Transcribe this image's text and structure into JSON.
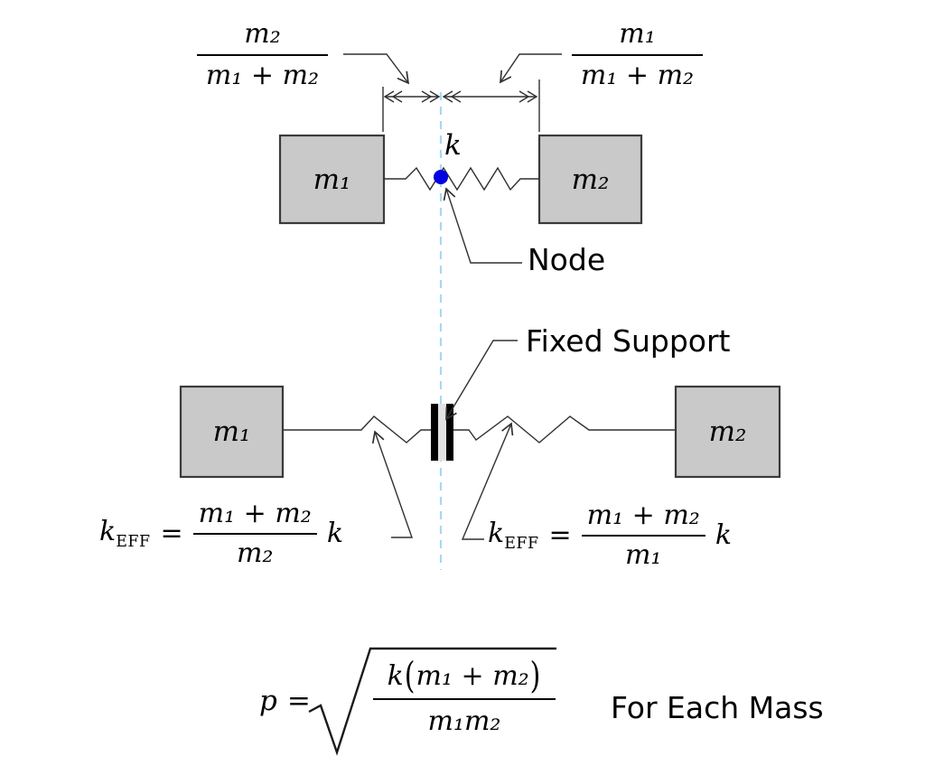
{
  "colors": {
    "box_fill": "#c9c9c9",
    "box_border": "#3a3a3a",
    "line": "#303030",
    "centerline": "#a9d7f5",
    "node_dot": "#0000e0",
    "support_bar": "#000000",
    "support_gap": "#e2e2e2"
  },
  "masses": {
    "m1": "m₁",
    "m2": "m₂"
  },
  "labels": {
    "spring_constant": "k",
    "node": "Node",
    "fixed_support": "Fixed Support"
  },
  "dimensions": {
    "left_fraction": {
      "num": "m₂",
      "den": "m₁ + m₂"
    },
    "right_fraction": {
      "num": "m₁",
      "den": "m₁ + m₂"
    }
  },
  "equations": {
    "keff_left": {
      "lhs_base": "k",
      "lhs_sub": "EFF",
      "rel": "=",
      "num": "m₁ + m₂",
      "den": "m₂",
      "factor": "k"
    },
    "keff_right": {
      "lhs_base": "k",
      "lhs_sub": "EFF",
      "rel": "=",
      "num": "m₁ + m₂",
      "den": "m₁",
      "factor": "k"
    },
    "frequency": {
      "lhs": "p",
      "rel": "=",
      "num_k": "k",
      "lp": "(",
      "num_inner": "m₁ + m₂",
      "rp": ")",
      "den": "m₁m₂",
      "note": "For Each Mass"
    }
  }
}
